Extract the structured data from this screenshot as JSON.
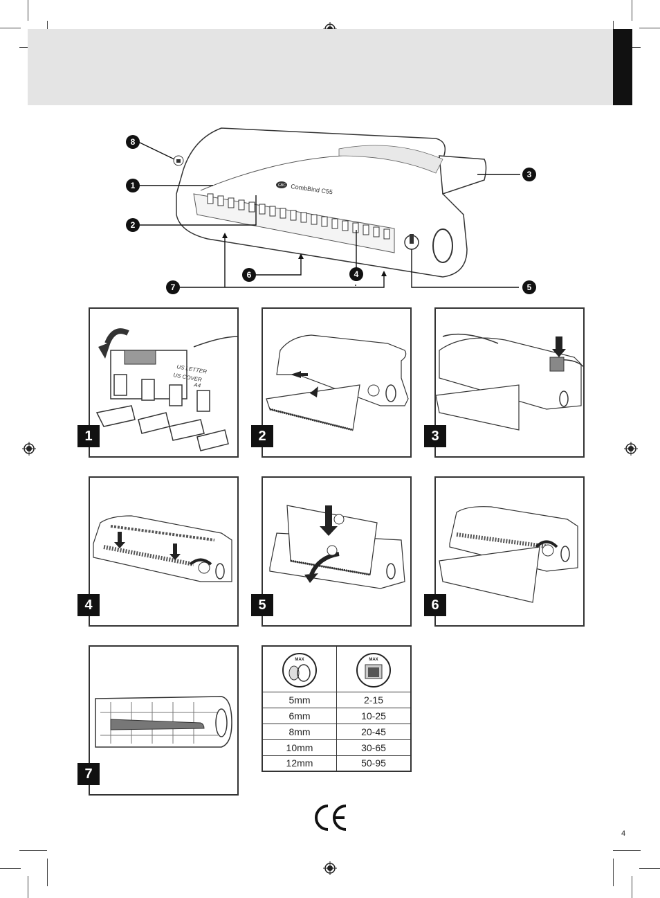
{
  "page": {
    "page_number": "4"
  },
  "hero": {
    "brand": "GBC",
    "model": "CombBind C55",
    "callouts": [
      "1",
      "2",
      "3",
      "4",
      "5",
      "6",
      "7",
      "8"
    ]
  },
  "steps": [
    {
      "number": "1",
      "labels": [
        "US LETTER",
        "US COVER",
        "A4"
      ]
    },
    {
      "number": "2"
    },
    {
      "number": "3"
    },
    {
      "number": "4"
    },
    {
      "number": "5"
    },
    {
      "number": "6"
    },
    {
      "number": "7"
    }
  ],
  "capacity_table": {
    "header_icons": [
      "comb-diameter-max-icon",
      "sheet-capacity-max-icon"
    ],
    "max_label": "MAX",
    "rows": [
      {
        "comb": "5mm",
        "sheets": "2-15"
      },
      {
        "comb": "6mm",
        "sheets": "10-25"
      },
      {
        "comb": "8mm",
        "sheets": "20-45"
      },
      {
        "comb": "10mm",
        "sheets": "30-65"
      },
      {
        "comb": "12mm",
        "sheets": "50-95"
      }
    ]
  },
  "ce_mark": "CE",
  "colors": {
    "band": "#e4e4e4",
    "tab": "#111111",
    "ink": "#222222"
  }
}
